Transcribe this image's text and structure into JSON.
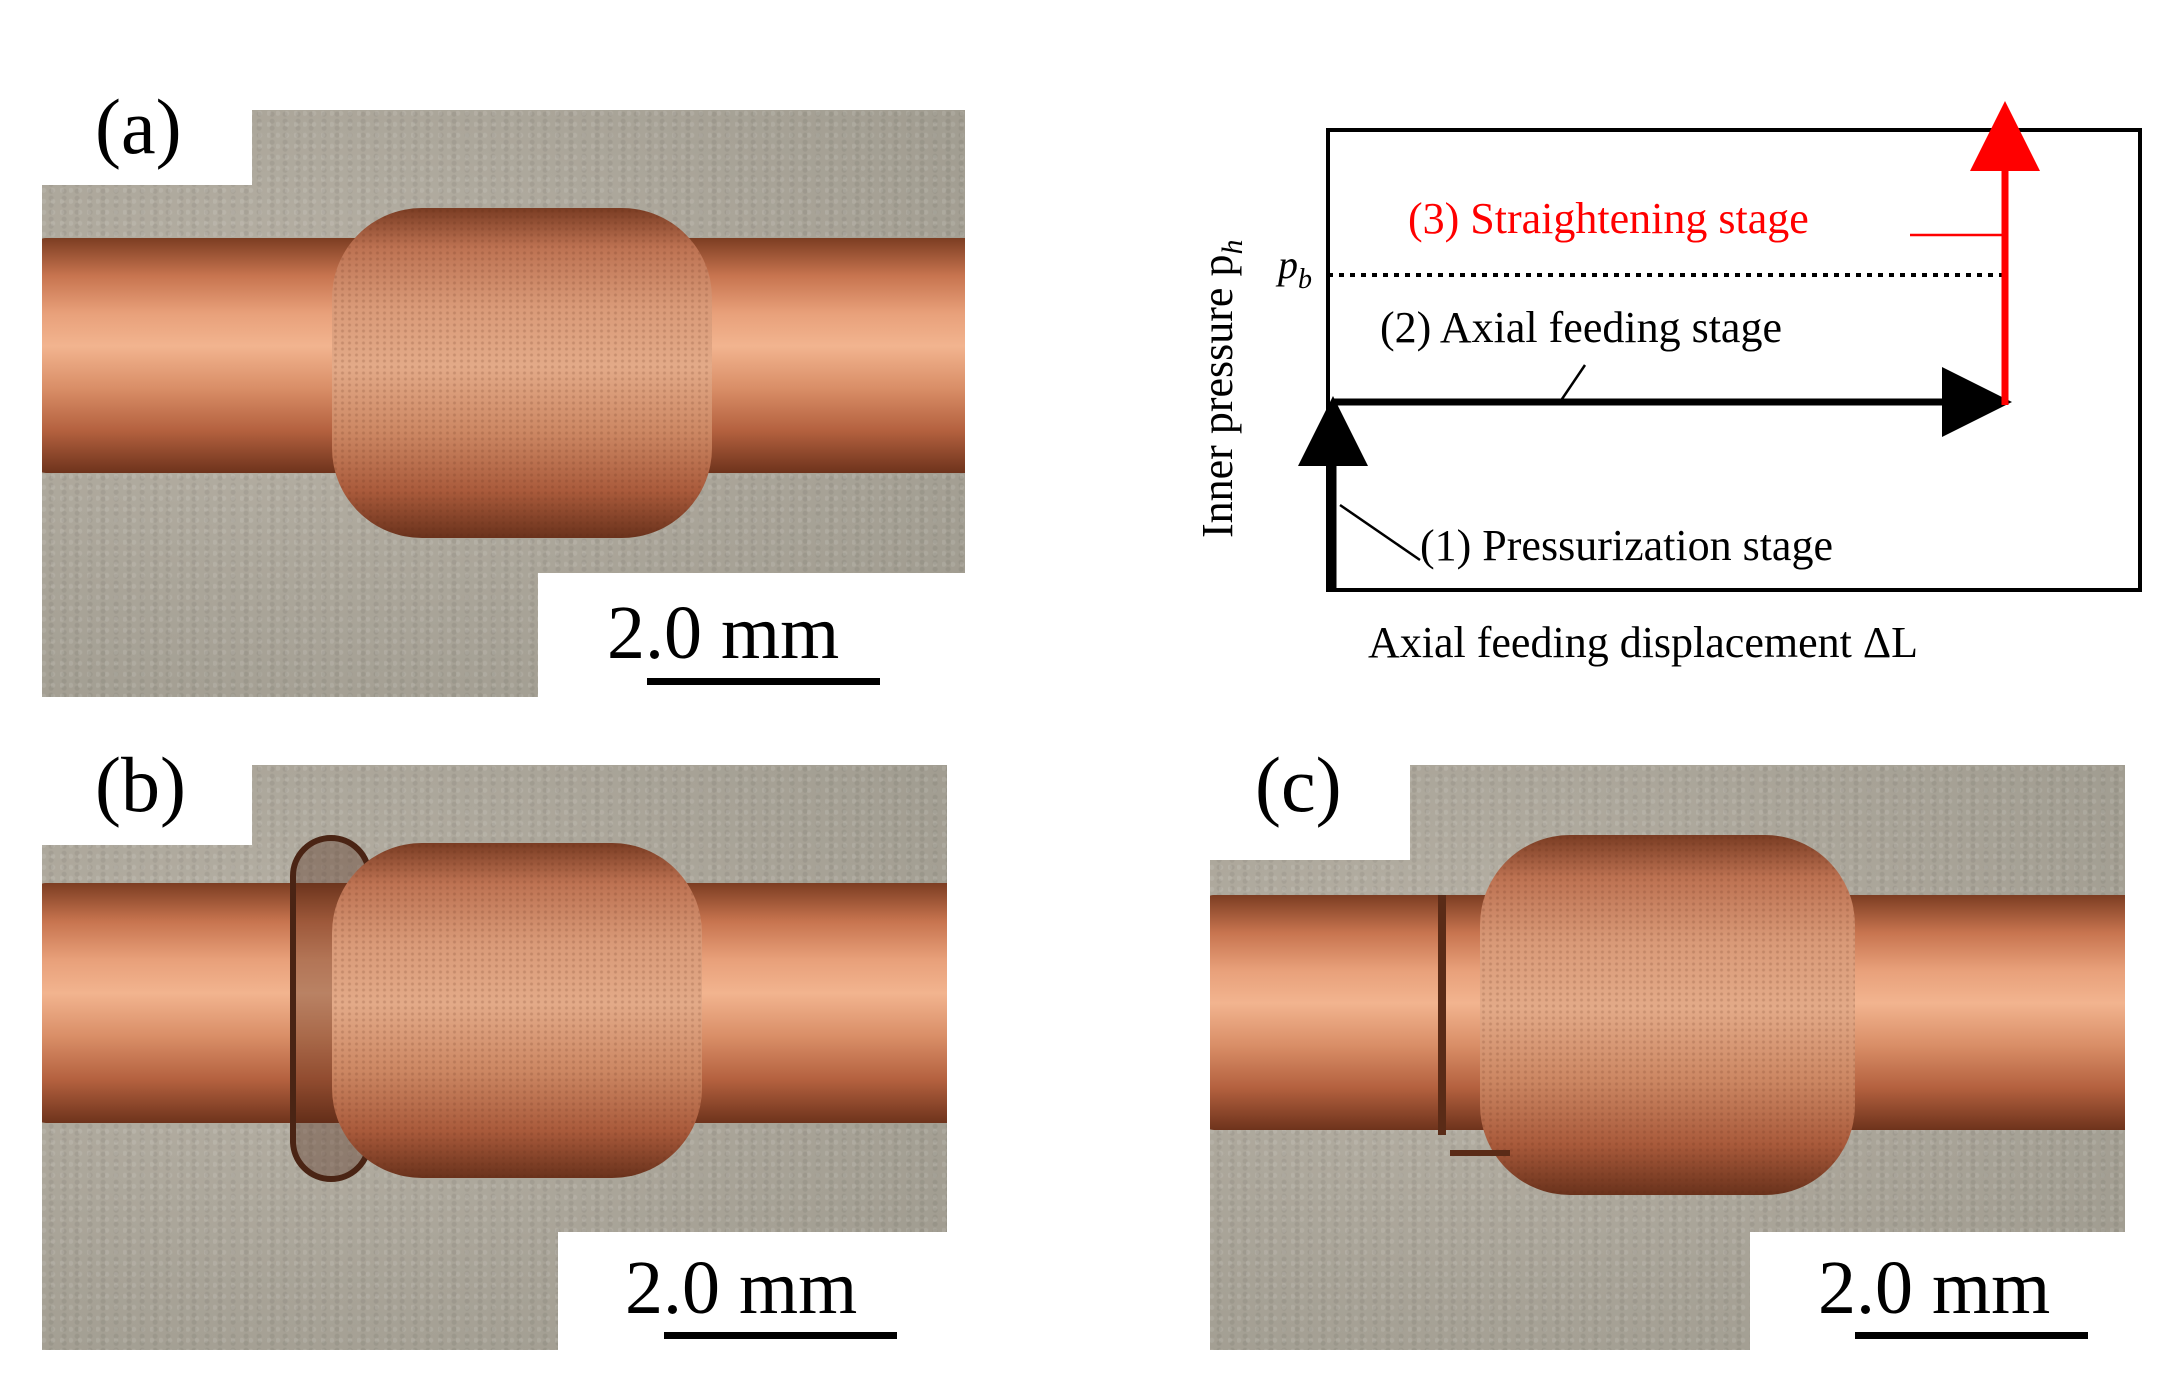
{
  "panels": [
    {
      "label": "(a)",
      "scale_text": "2.0 mm"
    },
    {
      "label": "(b)",
      "scale_text": "2.0 mm"
    },
    {
      "label": "(c)",
      "scale_text": "2.0 mm"
    }
  ],
  "diagram": {
    "y_axis_label": "Inner pressure p",
    "y_axis_subscript": "h",
    "x_axis_label": "Axial feeding displacement ΔL",
    "pb_label": "p",
    "pb_subscript": "b",
    "stages": [
      {
        "label": "(1) Pressurization stage",
        "color": "#000000"
      },
      {
        "label": "(2) Axial feeding stage",
        "color": "#000000"
      },
      {
        "label": "(3) Straightening stage",
        "color": "#ff0000"
      }
    ]
  }
}
